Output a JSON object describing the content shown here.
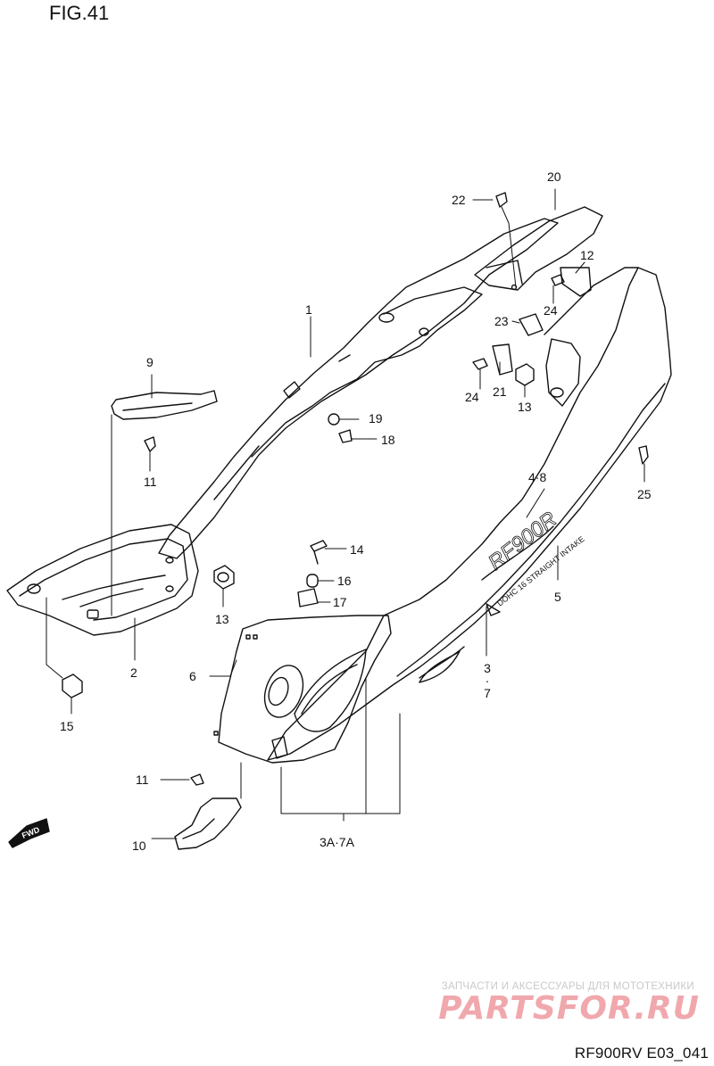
{
  "figure": {
    "title": "FIG.41",
    "drawing_code": "RF900RV E03_041",
    "fwd_label": "FWD",
    "decal_text": "RF900R",
    "decal_subtext": "DOHC 16 STRAIGHT INTAKE"
  },
  "watermark": {
    "tagline": "ЗАПЧАСТИ И АКСЕССУАРЫ ДЛЯ МОТОТЕХНИКИ",
    "logo": "PARTSFOR.RU"
  },
  "callouts": [
    {
      "id": "c-1",
      "text": "1"
    },
    {
      "id": "c-2",
      "text": "2"
    },
    {
      "id": "c-3-7",
      "text": "3\n·\n7"
    },
    {
      "id": "c-3a-7a",
      "text": "3A·7A"
    },
    {
      "id": "c-4-8",
      "text": "4·8"
    },
    {
      "id": "c-5",
      "text": "5"
    },
    {
      "id": "c-6",
      "text": "6"
    },
    {
      "id": "c-9",
      "text": "9"
    },
    {
      "id": "c-10",
      "text": "10"
    },
    {
      "id": "c-11a",
      "text": "11"
    },
    {
      "id": "c-11b",
      "text": "11"
    },
    {
      "id": "c-12",
      "text": "12"
    },
    {
      "id": "c-13a",
      "text": "13"
    },
    {
      "id": "c-13b",
      "text": "13"
    },
    {
      "id": "c-14",
      "text": "14"
    },
    {
      "id": "c-15",
      "text": "15"
    },
    {
      "id": "c-16",
      "text": "16"
    },
    {
      "id": "c-17",
      "text": "17"
    },
    {
      "id": "c-18",
      "text": "18"
    },
    {
      "id": "c-19",
      "text": "19"
    },
    {
      "id": "c-20",
      "text": "20"
    },
    {
      "id": "c-21",
      "text": "21"
    },
    {
      "id": "c-22",
      "text": "22"
    },
    {
      "id": "c-23",
      "text": "23"
    },
    {
      "id": "c-24a",
      "text": "24"
    },
    {
      "id": "c-24b",
      "text": "24"
    },
    {
      "id": "c-25",
      "text": "25"
    }
  ]
}
